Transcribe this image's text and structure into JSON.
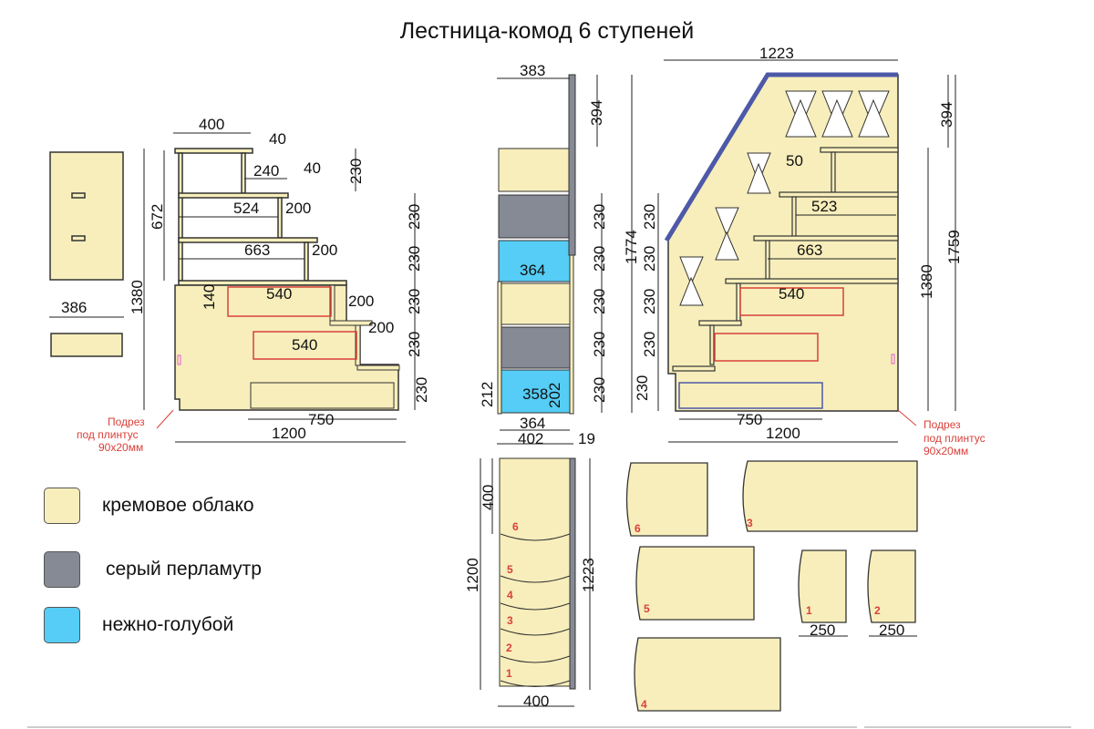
{
  "title": "Лестница-комод 6 ступеней",
  "colors": {
    "cream": "#f7eebb",
    "grey": "#858a94",
    "blue": "#55cdf6",
    "cut_red": "#d9403a",
    "rail_blue": "#4d59a8"
  },
  "legend": [
    {
      "label": "кремовое облако",
      "color": "#f7eebb"
    },
    {
      "label": "серый перламутр",
      "color": "#858a94"
    },
    {
      "label": "нежно-голубой",
      "color": "#55cdf6"
    }
  ],
  "note": {
    "line1": "Подрез",
    "line2": "под плинтус",
    "line3": "90х20мм"
  },
  "left_view": {
    "dims": {
      "top_400": "400",
      "step_40a": "40",
      "d240": "240",
      "step_40b": "40",
      "d524": "524",
      "d200a": "200",
      "d663": "663",
      "d200b": "200",
      "d540a": "540",
      "d140": "140",
      "d200c": "200",
      "d200d": "200",
      "d540b": "540",
      "d750": "750",
      "d1200": "1200",
      "d672": "672",
      "d1380": "1380",
      "h230": "230"
    },
    "side_panel_width": "386"
  },
  "front_view": {
    "dims": {
      "w383": "383",
      "h394": "394",
      "w364a": "364",
      "w358": "358",
      "h212": "212",
      "h202": "202",
      "w364b": "364",
      "w402": "402",
      "t19": "19",
      "h1774": "1774",
      "h230": "230"
    },
    "drawers": [
      "cream",
      "grey",
      "blue",
      "cream",
      "grey",
      "blue"
    ]
  },
  "right_view": {
    "dims": {
      "w1223": "1223",
      "h394": "394",
      "d50": "50",
      "d523": "523",
      "d663": "663",
      "d540": "540",
      "d750": "750",
      "d1200": "1200",
      "h1380": "1380",
      "h1759": "1759",
      "h230": "230"
    }
  },
  "top_view": {
    "dims": {
      "d400a": "400",
      "d1200": "1200",
      "d1223": "1223",
      "d400b": "400"
    },
    "steps": [
      "6",
      "5",
      "4",
      "3",
      "2",
      "1"
    ]
  },
  "parts": [
    {
      "num": "6"
    },
    {
      "num": "3"
    },
    {
      "num": "5"
    },
    {
      "num": "1",
      "dim": "250"
    },
    {
      "num": "2",
      "dim": "250"
    },
    {
      "num": "4"
    }
  ]
}
